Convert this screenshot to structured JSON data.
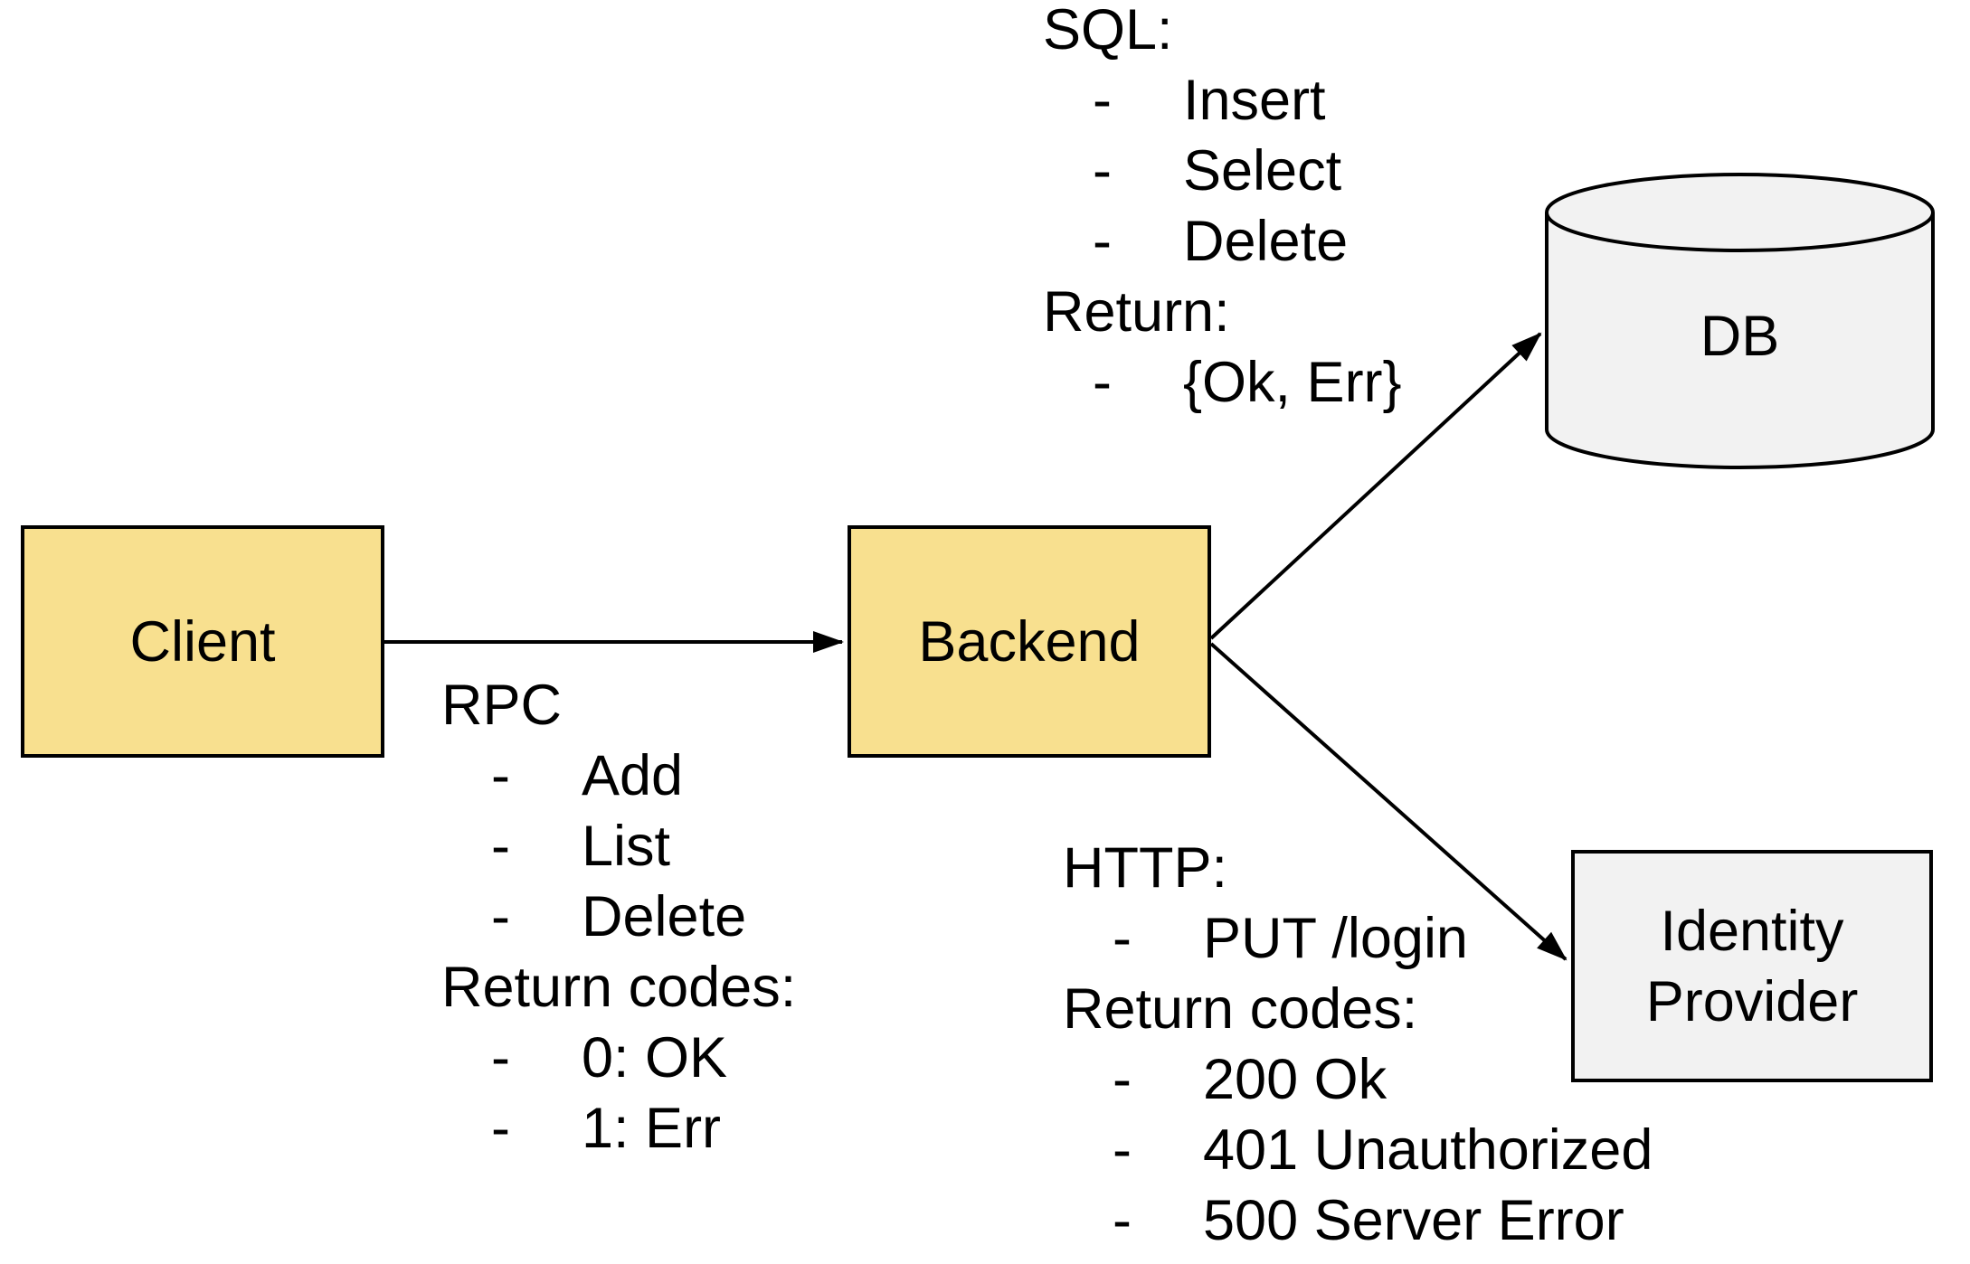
{
  "diagram_title": "",
  "colors": {
    "node_yellow_fill": "#F8E08F",
    "node_gray_fill": "#F2F2F2",
    "stroke_black": "#000000",
    "background": "#FFFFFF"
  },
  "glyphs": {
    "bullet_dash": "-"
  },
  "nodes": {
    "client": {
      "label": "Client",
      "shape": "rectangle"
    },
    "backend": {
      "label": "Backend",
      "shape": "rectangle"
    },
    "db": {
      "label": "DB",
      "shape": "cylinder"
    },
    "identity_provider": {
      "label": "Identity Provider",
      "shape": "rectangle"
    }
  },
  "edges": [
    {
      "from": "Client",
      "to": "Backend",
      "label": "RPC"
    },
    {
      "from": "Backend",
      "to": "DB",
      "label": "SQL"
    },
    {
      "from": "Backend",
      "to": "Identity Provider",
      "label": "HTTP"
    }
  ],
  "annotations": {
    "sql": {
      "lines": [
        {
          "text": "SQL:",
          "bullet": false
        },
        {
          "text": "Insert",
          "bullet": true
        },
        {
          "text": "Select",
          "bullet": true
        },
        {
          "text": "Delete",
          "bullet": true
        },
        {
          "text": "Return:",
          "bullet": false
        },
        {
          "text": "{Ok, Err}",
          "bullet": true
        }
      ]
    },
    "rpc": {
      "lines": [
        {
          "text": "RPC",
          "bullet": false
        },
        {
          "text": "Add",
          "bullet": true
        },
        {
          "text": "List",
          "bullet": true
        },
        {
          "text": "Delete",
          "bullet": true
        },
        {
          "text": "Return codes:",
          "bullet": false
        },
        {
          "text": "0: OK",
          "bullet": true
        },
        {
          "text": "1: Err",
          "bullet": true
        }
      ]
    },
    "http": {
      "lines": [
        {
          "text": "HTTP:",
          "bullet": false
        },
        {
          "text": "PUT /login",
          "bullet": true
        },
        {
          "text": "Return codes:",
          "bullet": false
        },
        {
          "text": "200 Ok",
          "bullet": true
        },
        {
          "text": "401 Unauthorized",
          "bullet": true
        },
        {
          "text": "500 Server Error",
          "bullet": true
        }
      ]
    }
  }
}
